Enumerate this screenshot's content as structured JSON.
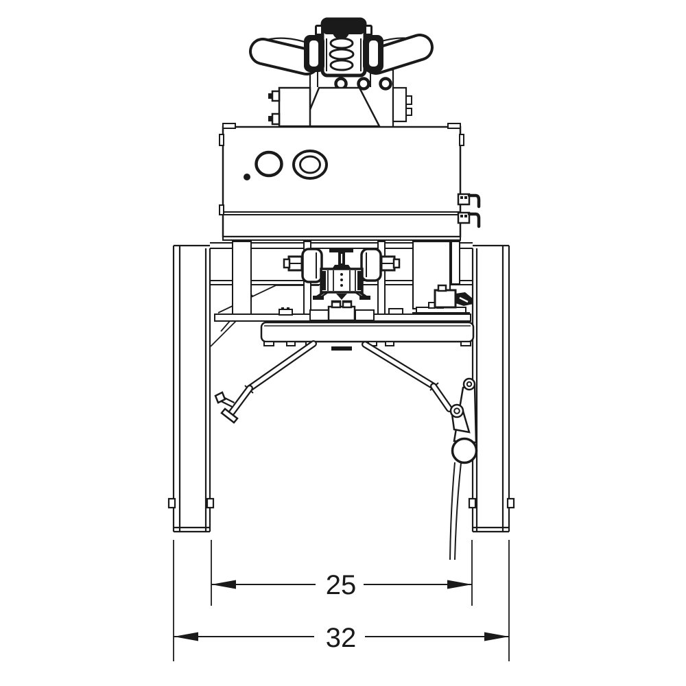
{
  "page": {
    "background": "#ffffff",
    "line_color": "#1a1a1a"
  },
  "drawing": {
    "type": "technical-line-drawing",
    "subject": "material-handling machine, front elevation view",
    "dimensions": {
      "inner_width": {
        "label": "25"
      },
      "overall_width": {
        "label": "32"
      }
    }
  }
}
